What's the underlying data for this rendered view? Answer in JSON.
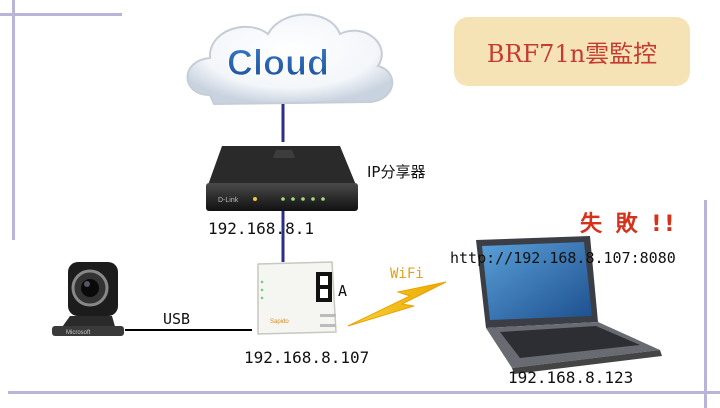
{
  "title": "BRF71n雲監控",
  "cloud_label": "Cloud",
  "router": {
    "name_label": "IP分享器",
    "ip": "192.168.8.1",
    "brand": "D-Link"
  },
  "device": {
    "ip": "192.168.8.107",
    "port_label": "A",
    "brand": "Sapido"
  },
  "camera": {
    "link_label": "USB",
    "brand": "Microsoft"
  },
  "wifi_label": "WiFi",
  "laptop": {
    "url": "http://192.168.8.107:8080",
    "ip": "192.168.8.123"
  },
  "status_text": "失 敗 !!",
  "colors": {
    "link": "#2b2e86",
    "title_bg": "#f6e3b5",
    "title_text": "#c43b33",
    "fail": "#d4321b",
    "lightning": "#f2c21b"
  }
}
